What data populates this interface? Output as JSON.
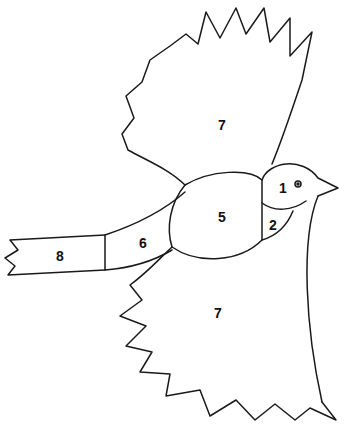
{
  "diagram": {
    "labels": [
      "7",
      "1",
      "5",
      "2",
      "6",
      "8",
      "7"
    ]
  }
}
